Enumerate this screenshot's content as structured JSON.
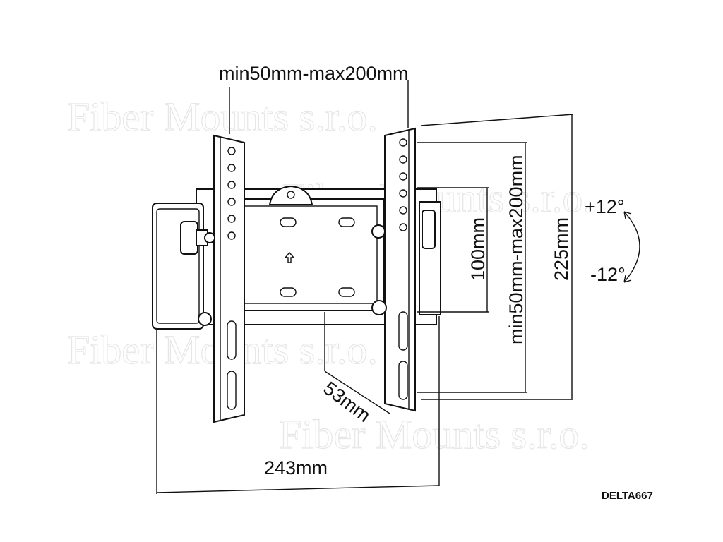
{
  "watermark": "Fiber Mounts s.r.o.",
  "labels": {
    "top_spacing": "min50mm-max200mm",
    "vertical_spacing": "min50mm-max200mm",
    "inner_height": "100mm",
    "height": "225mm",
    "depth": "53mm",
    "width": "243mm",
    "tilt_up": "+12°",
    "tilt_down": "-12°",
    "model": "DELTA667"
  },
  "colors": {
    "line": "#111111",
    "watermark": "#e6e6e6",
    "background": "#ffffff"
  }
}
